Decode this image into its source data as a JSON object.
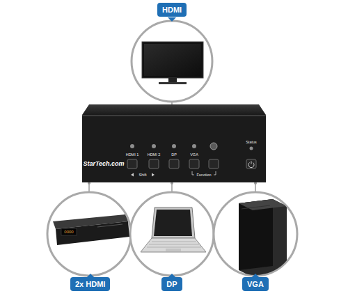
{
  "diagram": {
    "nodes": [
      {
        "text": [
          "HDMI"
        ]
      },
      {
        "text": [
          "2x HDMI"
        ]
      },
      {
        "text": [
          "DP"
        ]
      },
      {
        "text": [
          "VGA"
        ]
      }
    ],
    "labels": [
      "HDMI 1",
      "HDMI 2",
      "DP",
      "VGA",
      "Status",
      "StarTech.com",
      "Shift",
      "Function",
      "0000"
    ]
  }
}
